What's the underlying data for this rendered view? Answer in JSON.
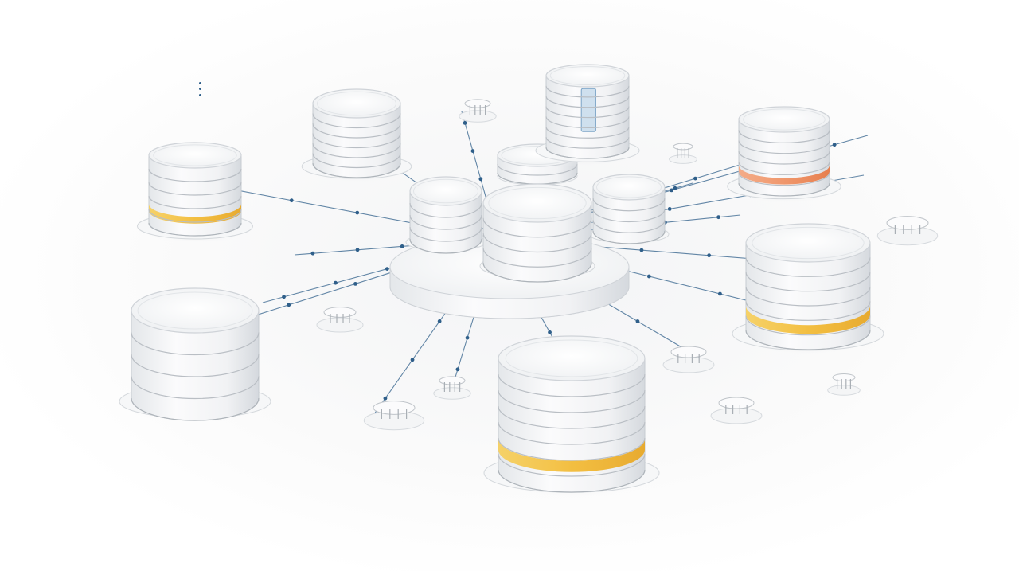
{
  "palette": {
    "cylinder_fill": "#f4f5f6",
    "cylinder_shade": "#dfe2e6",
    "ring_line": "#b9bec4",
    "accent_yellow": "#f2b82d",
    "accent_red": "#e8743d",
    "connector_blue": "#2f5f8a",
    "background": "#ffffff"
  },
  "nodes": [
    {
      "id": "hub-left",
      "kind": "cylinder",
      "accent": "none"
    },
    {
      "id": "hub-center",
      "kind": "cylinder",
      "accent": "none"
    },
    {
      "id": "hub-right",
      "kind": "cylinder",
      "accent": "none"
    },
    {
      "id": "db-upper-left",
      "kind": "cylinder",
      "accent": "yellow"
    },
    {
      "id": "db-upper-center",
      "kind": "cylinder",
      "accent": "blue-panel"
    },
    {
      "id": "db-top",
      "kind": "cylinder",
      "accent": "blue-panel"
    },
    {
      "id": "db-upper-right",
      "kind": "cylinder",
      "accent": "red"
    },
    {
      "id": "db-right",
      "kind": "cylinder",
      "accent": "yellow"
    },
    {
      "id": "db-left",
      "kind": "cylinder",
      "accent": "none"
    },
    {
      "id": "db-bottom",
      "kind": "cylinder",
      "accent": "yellow"
    }
  ]
}
